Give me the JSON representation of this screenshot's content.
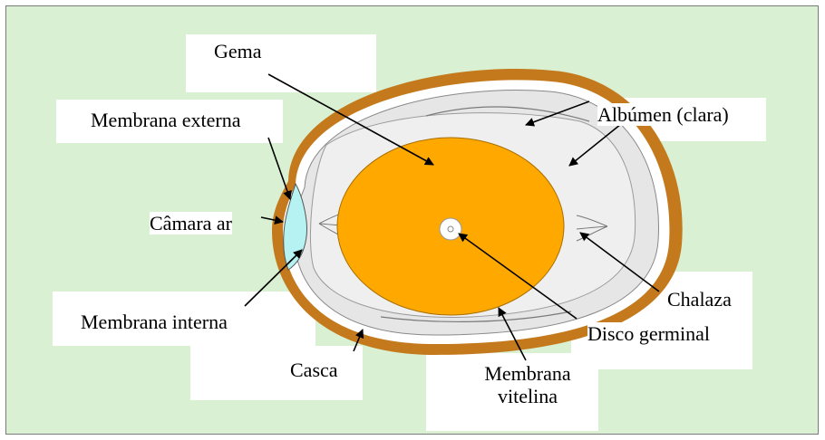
{
  "labels": {
    "gema": "Gema",
    "albumen": "Albúmen (clara)",
    "membrana_externa": "Membrana externa",
    "camara_ar": "Câmara ar",
    "chalaza": "Chalaza",
    "membrana_interna": "Membrana interna",
    "disco_germinal": "Disco germinal",
    "casca": "Casca",
    "membrana_vitelina_1": "Membrana",
    "membrana_vitelina_2": "vitelina"
  },
  "colors": {
    "background": "#d9f0d3",
    "shell": "#c47a1c",
    "albumen": "#e6e6e6",
    "yolk": "#ffa800",
    "air_cell": "#b6f2f2"
  }
}
